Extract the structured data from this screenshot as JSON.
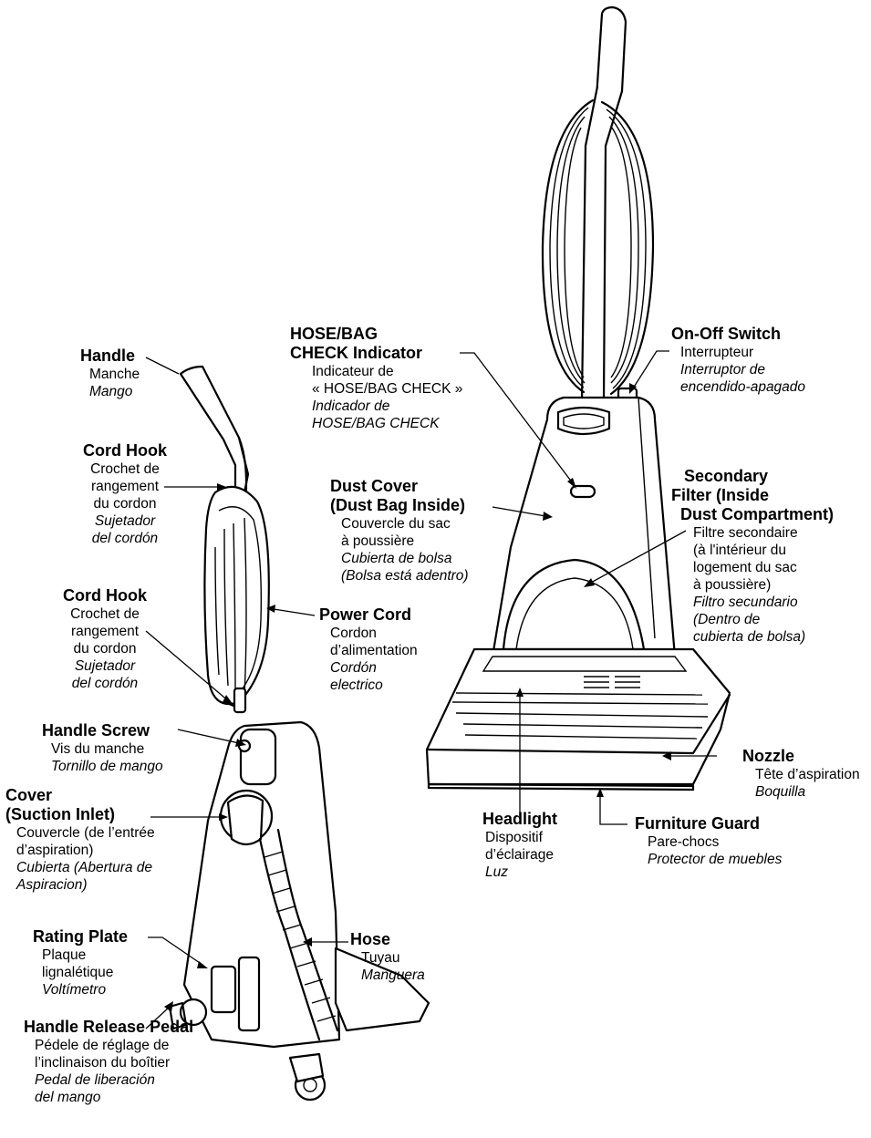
{
  "labels": {
    "handle": {
      "title": "Handle",
      "fr": "Manche",
      "es": "Mango"
    },
    "cord_hook_upper": {
      "title": "Cord Hook",
      "fr1": "Crochet de",
      "fr2": "rangement",
      "fr3": "du cordon",
      "es1": "Sujetador",
      "es2": "del cordón"
    },
    "cord_hook_lower": {
      "title": "Cord Hook",
      "fr1": "Crochet de",
      "fr2": "rangement",
      "fr3": "du cordon",
      "es1": "Sujetador",
      "es2": "del cordón"
    },
    "power_cord": {
      "title": "Power Cord",
      "fr1": "Cordon",
      "fr2": "d’alimentation",
      "es1": "Cordón",
      "es2": "electrico"
    },
    "handle_screw": {
      "title": "Handle Screw",
      "fr": "Vis du manche",
      "es": "Tornillo de mango"
    },
    "cover": {
      "title1": "Cover",
      "title2": "(Suction Inlet)",
      "fr1": "Couvercle (de l’entrée",
      "fr2": "d’aspiration)",
      "es1": "Cubierta (Abertura de",
      "es2": "Aspiracion)"
    },
    "rating_plate": {
      "title": "Rating Plate",
      "fr1": "Plaque",
      "fr2": "lignalétique",
      "es": "Voltímetro"
    },
    "hose": {
      "title": "Hose",
      "fr": "Tuyau",
      "es": "Manguera"
    },
    "handle_release_pedal": {
      "title": "Handle Release Pedal",
      "fr1": "Pédele de réglage de",
      "fr2": "l’inclinaison du boîtier",
      "es1": "Pedal de liberación",
      "es2": "del mango"
    },
    "hose_bag_check": {
      "title1": "HOSE/BAG",
      "title2": "CHECK Indicator",
      "fr1": "Indicateur de",
      "fr2": "« HOSE/BAG CHECK »",
      "es1": "Indicador de",
      "es2": "HOSE/BAG CHECK"
    },
    "on_off_switch": {
      "title": "On-Off Switch",
      "fr": "Interrupteur",
      "es1": "Interruptor de",
      "es2": "encendido-apagado"
    },
    "dust_cover": {
      "title1": "Dust Cover",
      "title2": "(Dust Bag Inside)",
      "fr1": "Couvercle du sac",
      "fr2": "à poussière",
      "es1": "Cubierta de bolsa",
      "es2": "(Bolsa está adentro)"
    },
    "secondary_filter": {
      "title1": "Secondary",
      "title2": "Filter (Inside",
      "title3": "Dust Compartment)",
      "fr1": "Filtre secondaire",
      "fr2": "(à l'intérieur du",
      "fr3": "logement du sac",
      "fr4": "à poussière)",
      "es1": "Filtro secundario",
      "es2": "(Dentro de",
      "es3": "cubierta de bolsa)"
    },
    "nozzle": {
      "title": "Nozzle",
      "fr": "Tête d’aspiration",
      "es": "Boquilla"
    },
    "headlight": {
      "title": "Headlight",
      "fr1": "Dispositif",
      "fr2": "d’éclairage",
      "es": "Luz"
    },
    "furniture_guard": {
      "title": "Furniture Guard",
      "fr": "Pare-chocs",
      "es": "Protector de muebles"
    }
  },
  "colors": {
    "line": "#000000",
    "background": "#ffffff"
  }
}
